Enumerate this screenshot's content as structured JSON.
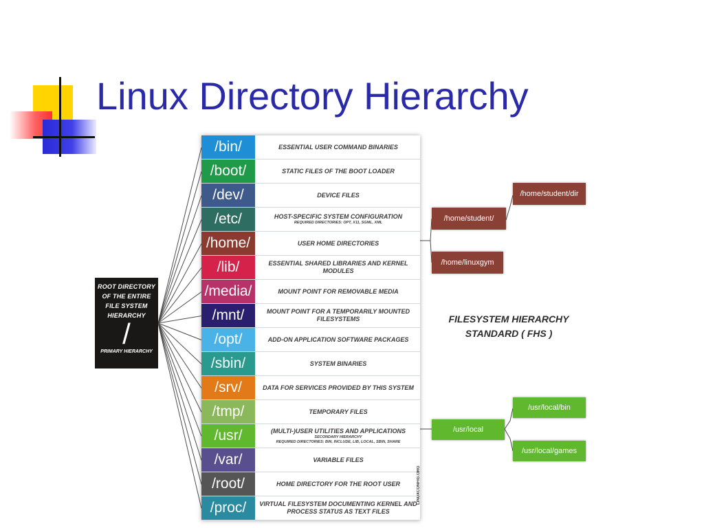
{
  "title": "Linux Directory Hierarchy",
  "root": {
    "label": "Root directory of the entire file system hierarchy",
    "symbol": "/",
    "sub": "Primary hierarchy"
  },
  "directories": [
    {
      "name": "/bin/",
      "color": "#1e8fd6",
      "desc": "Essential user command binaries",
      "note": "",
      "note2": ""
    },
    {
      "name": "/boot/",
      "color": "#1f9a48",
      "desc": "Static files of the boot loader",
      "note": "",
      "note2": ""
    },
    {
      "name": "/dev/",
      "color": "#3d5a8a",
      "desc": "Device files",
      "note": "",
      "note2": ""
    },
    {
      "name": "/etc/",
      "color": "#2e6e62",
      "desc": "Host-specific system configuration",
      "note": "Required directories: opt, X11, sgml, xml",
      "note2": ""
    },
    {
      "name": "/home/",
      "color": "#8a3a2e",
      "desc": "User home directories",
      "note": "",
      "note2": ""
    },
    {
      "name": "/lib/",
      "color": "#d4224a",
      "desc": "Essential shared libraries and kernel modules",
      "note": "",
      "note2": ""
    },
    {
      "name": "/media/",
      "color": "#b8326a",
      "desc": "Mount point for removable media",
      "note": "",
      "note2": ""
    },
    {
      "name": "/mnt/",
      "color": "#2a1f6e",
      "desc": "Mount point for a temporarily mounted filesystems",
      "note": "",
      "note2": ""
    },
    {
      "name": "/opt/",
      "color": "#49b2e6",
      "desc": "Add-on application software packages",
      "note": "",
      "note2": ""
    },
    {
      "name": "/sbin/",
      "color": "#2a9a8e",
      "desc": "System binaries",
      "note": "",
      "note2": ""
    },
    {
      "name": "/srv/",
      "color": "#e27a18",
      "desc": "Data for services provided by this system",
      "note": "",
      "note2": ""
    },
    {
      "name": "/tmp/",
      "color": "#8ab85a",
      "desc": "Temporary files",
      "note": "",
      "note2": ""
    },
    {
      "name": "/usr/",
      "color": "#5fb82e",
      "desc": "(Multi-)user utilities and applications",
      "note": "Secondary hierarchy",
      "note2": "Required directories: bin, include, lib, local, sbin, share"
    },
    {
      "name": "/var/",
      "color": "#5a4f8e",
      "desc": "Variable files",
      "note": "",
      "note2": ""
    },
    {
      "name": "/root/",
      "color": "#555555",
      "desc": "Home directory for the root user",
      "note": "",
      "note2": ""
    },
    {
      "name": "/proc/",
      "color": "#2a8aa0",
      "desc": "Virtual filesystem documenting kernel and process status as text files",
      "note": "",
      "note2": ""
    }
  ],
  "home_nodes": {
    "student": "/home/student/",
    "student_dir": "/home/student/dir",
    "linuxgym": "/home/linuxgym"
  },
  "usr_nodes": {
    "local": "/usr/local",
    "local_bin": "/usr/local/bin",
    "local_games": "/usr/local/games"
  },
  "fhs_label": {
    "line1": "Filesystem hierarchy",
    "line2": "standard ( FHS )"
  },
  "credit": "linuxconfig.org"
}
